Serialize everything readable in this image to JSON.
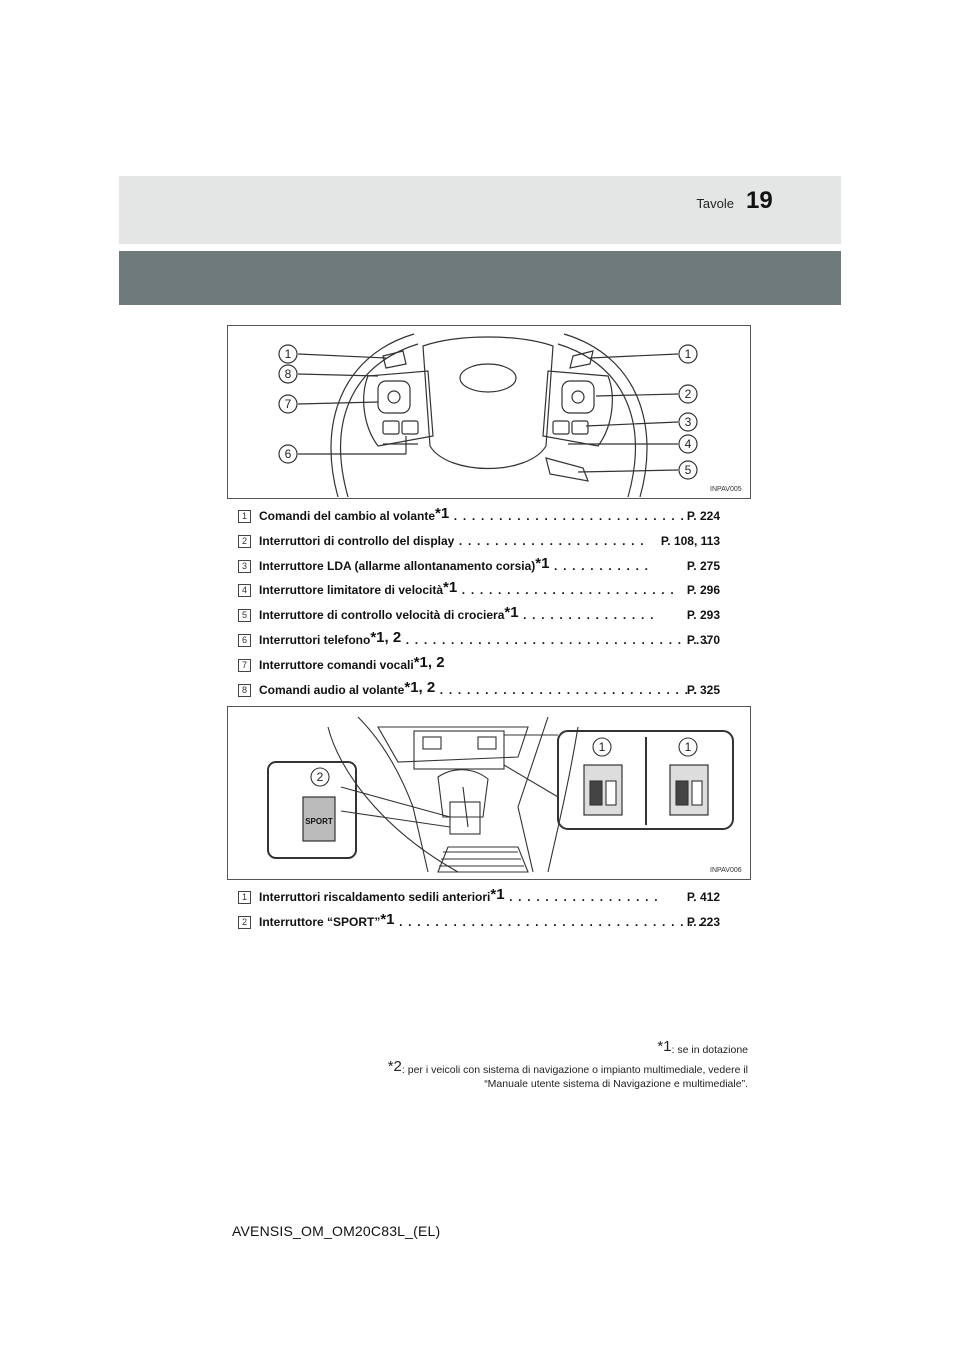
{
  "header": {
    "section_title": "Tavole",
    "page_number": "19"
  },
  "figure1": {
    "code": "INPAV005",
    "callouts_left": [
      "1",
      "8",
      "7",
      "6"
    ],
    "callouts_right": [
      "1",
      "2",
      "3",
      "4",
      "5"
    ]
  },
  "list1": [
    {
      "num": "1",
      "label": "Comandi del cambio al volante",
      "sup": "*1",
      "dots": " . . . . . . . . . . . . . . . . . . . . . . . . . . ",
      "ref": "P. 224"
    },
    {
      "num": "2",
      "label": "Interruttori di controllo del display",
      "sup": "",
      "dots": " . . . . . . . . . . . . . . . . . . . . . ",
      "ref": "P. 108, 113"
    },
    {
      "num": "3",
      "label": "Interruttore LDA (allarme allontanamento corsia)",
      "sup": "*1",
      "dots": " . . . . . . . . . . . ",
      "ref": "P. 275"
    },
    {
      "num": "4",
      "label": "Interruttore limitatore di velocità",
      "sup": "*1",
      "dots": "  . . . . . . . . . . . . . . . . . . . . . . . . ",
      "ref": "P. 296"
    },
    {
      "num": "5",
      "label": "Interruttore di controllo velocità di crociera",
      "sup": "*1",
      "dots": " . . . . . . . . . . . . . . . ",
      "ref": "P. 293"
    },
    {
      "num": "6",
      "label": "Interruttori telefono",
      "sup": "*1, 2",
      "dots": " . . . . . . . . . . . . . . . . . . . . . . . . . . . . . . . . . . ",
      "ref": "P. 370"
    },
    {
      "num": "7",
      "label": "Interruttore comandi vocali",
      "sup": "*1, 2",
      "dots": "",
      "ref": ""
    },
    {
      "num": "8",
      "label": "Comandi audio al volante",
      "sup": "*1, 2",
      "dots": " . . . . . . . . . . . . . . . . . . . . . . . . . . . . . ",
      "ref": "P. 325"
    }
  ],
  "figure2": {
    "code": "INPAV006",
    "callout_a": "1",
    "callout_b": "1",
    "callout_c": "2",
    "sport_label": "SPORT"
  },
  "list2": [
    {
      "num": "1",
      "label": "Interruttori riscaldamento sedili anteriori",
      "sup": "*1",
      "dots": "  . . . . . . . . . . . . . . . . . ",
      "ref": "P. 412"
    },
    {
      "num": "2",
      "label": "Interruttore “SPORT”",
      "sup": "*1",
      "dots": " . . . . . . . . . . . . . . . . . . . . . . . . . . . . . . . . . . ",
      "ref": "P. 223"
    }
  ],
  "footnotes": {
    "note1_mark": "*1",
    "note1_text": ": se in dotazione",
    "note2_mark": "*2",
    "note2_line1": ": per i veicoli con sistema di navigazione o impianto multimediale, vedere il",
    "note2_line2": "“Manuale utente sistema di Navigazione e multimediale”."
  },
  "footer": {
    "doc_id": "AVENSIS_OM_OM20C83L_(EL)"
  }
}
